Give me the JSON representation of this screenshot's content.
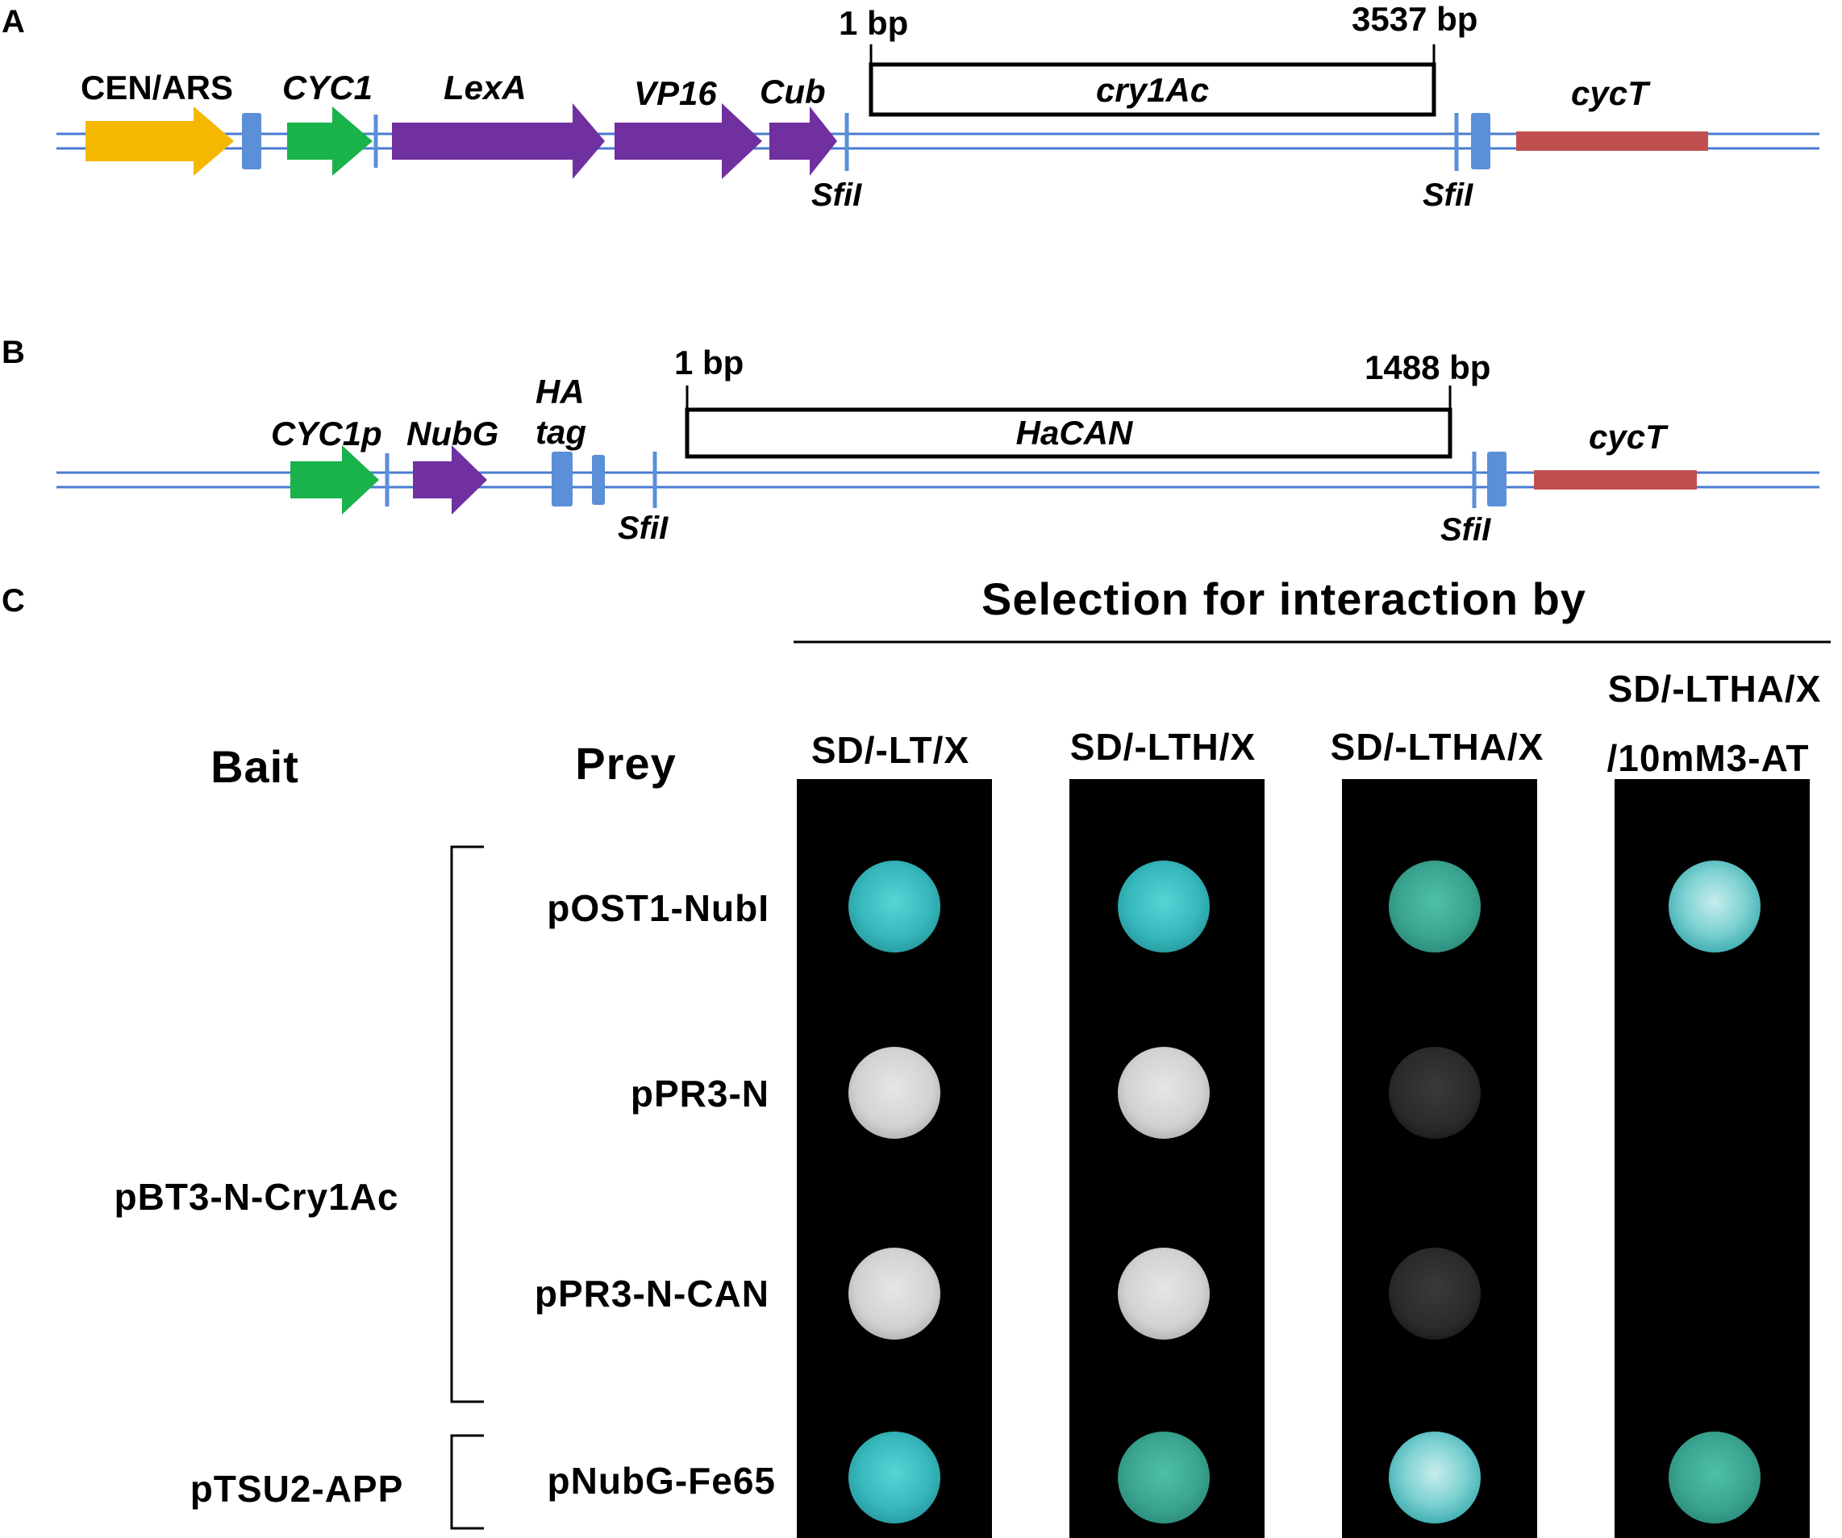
{
  "panel_a": {
    "letter": "A",
    "start_bp": "1 bp",
    "end_bp": "3537 bp",
    "insert": "cry1Ac",
    "elements": {
      "cen_ars": "CEN/ARS",
      "cyc1": "CYC1",
      "lexa": "LexA",
      "vp16": "VP16",
      "cub": "Cub",
      "cyct": "cycT"
    },
    "site_left": "SfiI",
    "site_right": "SfiI"
  },
  "panel_b": {
    "letter": "B",
    "start_bp": "1 bp",
    "end_bp": "1488 bp",
    "insert": "HaCAN",
    "elements": {
      "cyc1p": "CYC1p",
      "nubg": "NubG",
      "ha": "HA",
      "tag": "tag",
      "cyct": "cycT"
    },
    "site_left": "SfiI",
    "site_right": "SfiI"
  },
  "panel_c": {
    "letter": "C",
    "heading": "Selection for interaction by",
    "bait_label": "Bait",
    "prey_label": "Prey",
    "columns": [
      "SD/-LT/X",
      "SD/-LTH/X",
      "SD/-LTHA/X"
    ],
    "column4_line1": "SD/-LTHA/X",
    "column4_line2": "/10mM3-AT",
    "baits": [
      "pBT3-N-Cry1Ac",
      "pTSU2-APP"
    ],
    "preys": [
      "pOST1-NubI",
      "pPR3-N",
      "pPR3-N-CAN",
      "pNubG-Fe65"
    ],
    "spot_growth": [
      [
        "blue",
        "blue",
        "blue",
        "blue"
      ],
      [
        "white",
        "white",
        "faint",
        "none"
      ],
      [
        "white",
        "white",
        "faint",
        "none"
      ],
      [
        "blue",
        "blue",
        "blue",
        "blue"
      ]
    ]
  },
  "colors": {
    "backbone": "#4a7bd0",
    "cen_ars": "#f5b800",
    "promoter": "#1ab24a",
    "fusion": "#7030a0",
    "marker": "#5b8fd8",
    "terminator": "#c0504d",
    "colony_blue": "#3fc4c4",
    "colony_white": "#d8d8d8",
    "plate": "#000000"
  }
}
